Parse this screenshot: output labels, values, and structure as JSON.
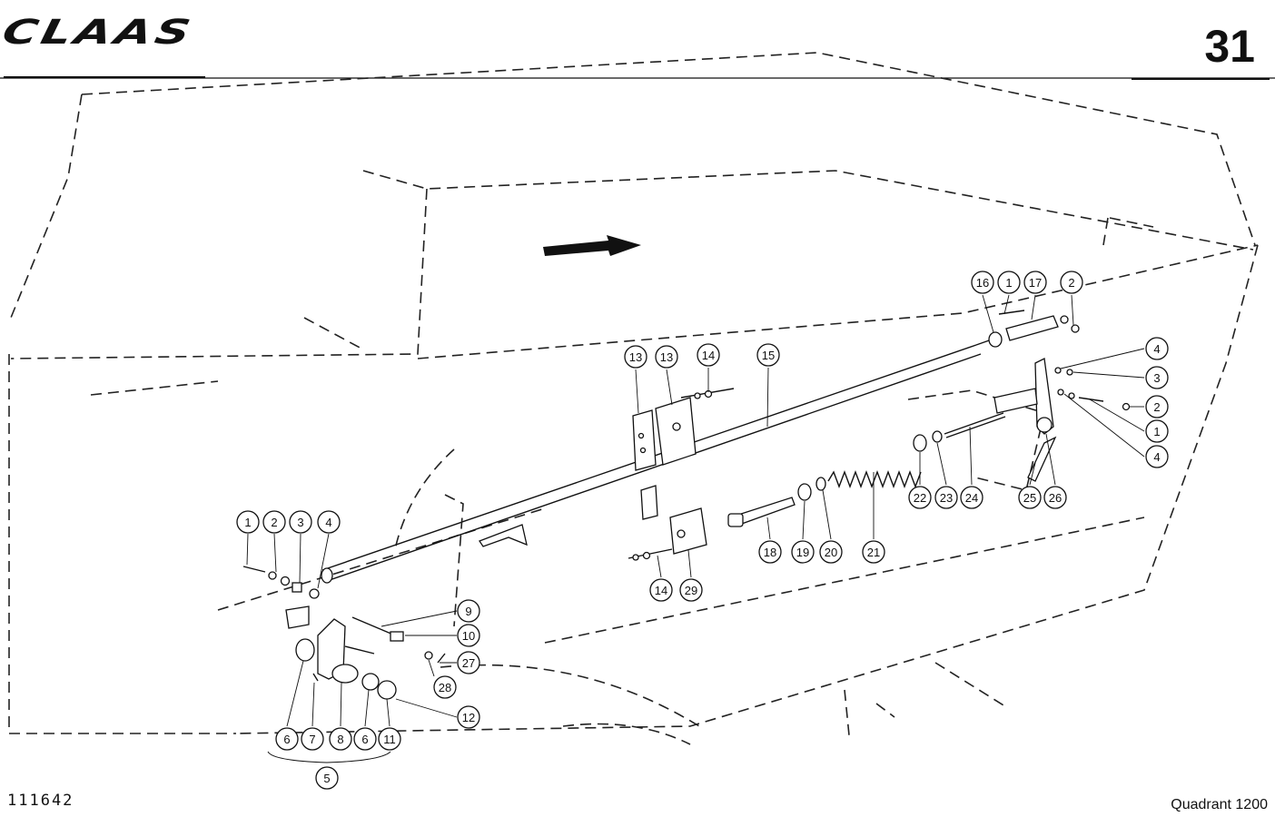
{
  "header": {
    "brand": "CLAAS",
    "page_number": "31"
  },
  "footer": {
    "drawing_number": "111642",
    "model": "Quadrant 1200"
  },
  "callouts": [
    "1",
    "2",
    "3",
    "4",
    "5",
    "6",
    "7",
    "8",
    "9",
    "10",
    "11",
    "12",
    "13",
    "14",
    "15",
    "16",
    "17",
    "18",
    "19",
    "20",
    "21",
    "22",
    "23",
    "24",
    "25",
    "26",
    "27",
    "28",
    "29"
  ]
}
